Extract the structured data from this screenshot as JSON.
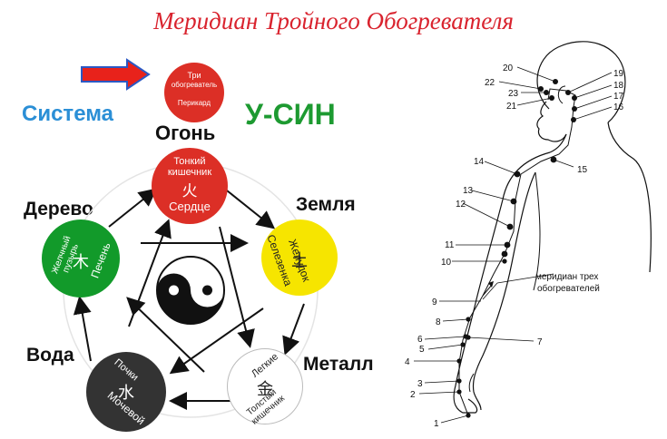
{
  "title": "Меридиан Тройного Обогревателя",
  "system_label": "Система",
  "wu_xing_label": "У-СИН",
  "elements": {
    "fire": {
      "name": "Огонь",
      "top": "Тонкий кишечник",
      "bottom": "Сердце",
      "glyph": "火",
      "color": "#dc2f26"
    },
    "earth": {
      "name": "Земля",
      "top": "Желудок",
      "bottom": "Селезенка",
      "glyph": "土",
      "color": "#f6e500"
    },
    "metal": {
      "name": "Металл",
      "top": "Легкие",
      "bottom": "Толстый кишечник",
      "glyph": "金",
      "color": "#ffffff"
    },
    "water": {
      "name": "Вода",
      "top": "Почки",
      "bottom": "Мочевой",
      "glyph": "水",
      "color": "#333333"
    },
    "wood": {
      "name": "Дерево",
      "top": "Желчный пузырь",
      "bottom": "Печень",
      "glyph": "木",
      "color": "#129a2a"
    }
  },
  "top_circle": {
    "line1": "Три",
    "line2": "обогреватель",
    "line3": "Перикард",
    "color": "#dc2f26"
  },
  "accent_red": "#e8221b",
  "accent_blue": "#2b8fd6",
  "accent_green": "#1d9a31",
  "figure": {
    "meridian_label_line1": "меридиан трех",
    "meridian_label_line2": "обогревателей",
    "points": [
      "1",
      "2",
      "3",
      "4",
      "5",
      "6",
      "7",
      "8",
      "9",
      "10",
      "11",
      "12",
      "13",
      "14",
      "15",
      "16",
      "17",
      "18",
      "19",
      "20",
      "21",
      "22",
      "23"
    ]
  }
}
